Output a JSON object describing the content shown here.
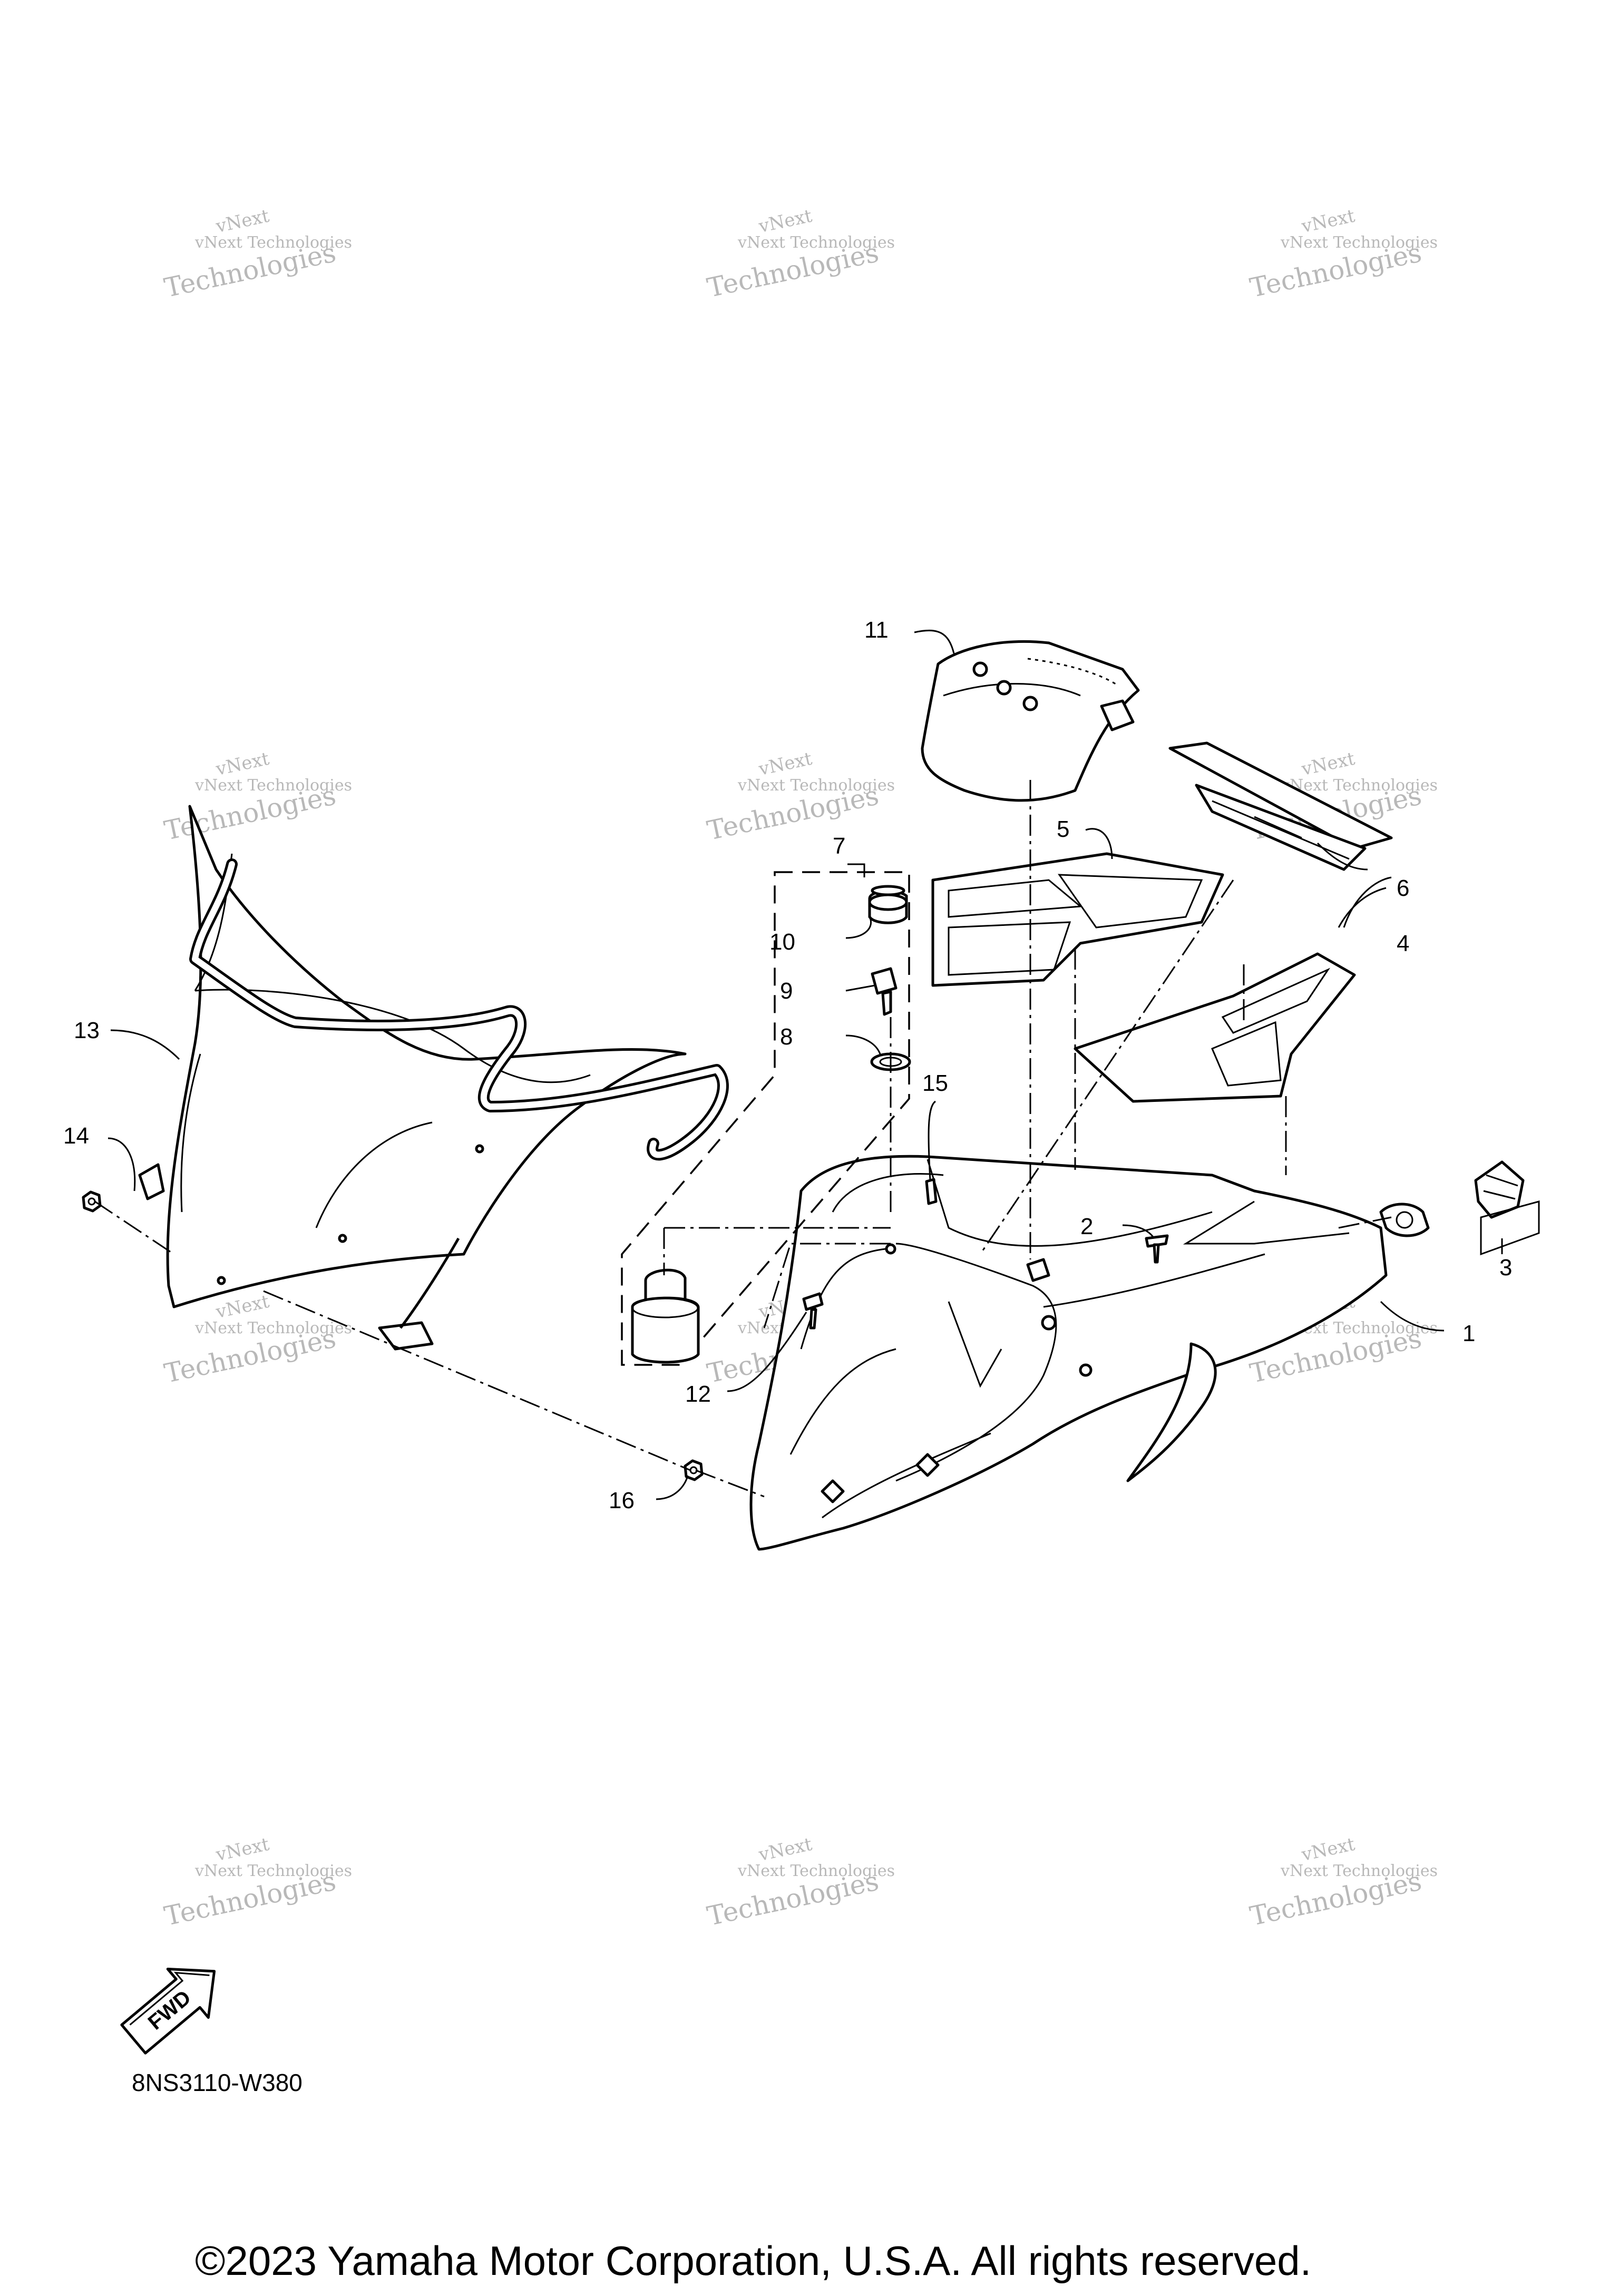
{
  "watermark": {
    "line1": "vNext",
    "line2": "vNext Technologies",
    "line3": "Technologies"
  },
  "callouts": [
    "1",
    "2",
    "3",
    "4",
    "5",
    "6",
    "7",
    "8",
    "9",
    "10",
    "11",
    "12",
    "13",
    "14",
    "15",
    "16"
  ],
  "fwd_label": "FWD",
  "diagram_code": "8NS3110-W380",
  "copyright": "©2023 Yamaha Motor Corporation, U.S.A. All rights reserved."
}
